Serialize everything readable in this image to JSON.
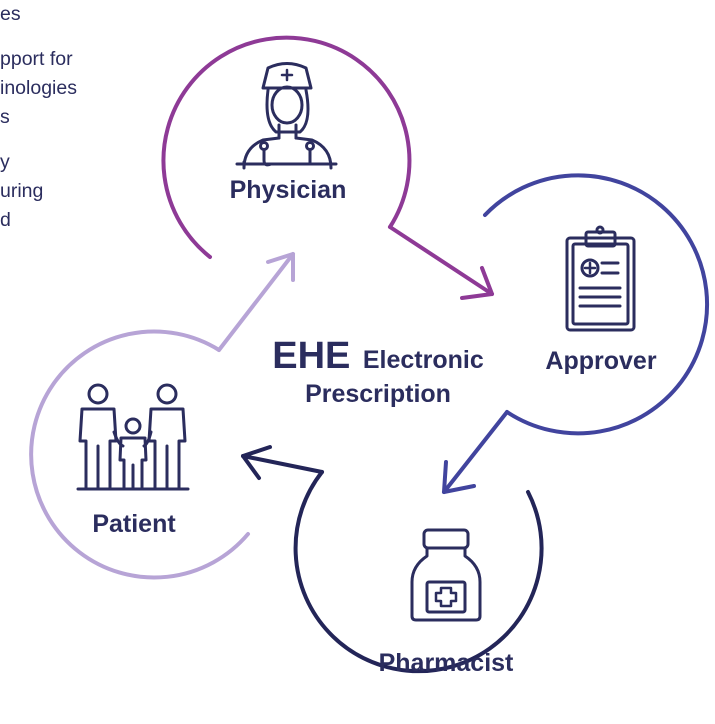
{
  "bullets": [
    {
      "lines": [
        "es"
      ]
    },
    {
      "lines": [
        "pport for",
        "inologies",
        "s"
      ]
    },
    {
      "lines": [
        "y",
        "uring",
        "d"
      ]
    }
  ],
  "center": {
    "brand": "EHE",
    "line1": "Electronic",
    "line2": "Prescription"
  },
  "roles": {
    "physician": {
      "label": "Physician",
      "icon": "nurse-icon"
    },
    "approver": {
      "label": "Approver",
      "icon": "clipboard-icon"
    },
    "pharmacist": {
      "label": "Pharmacist",
      "icon": "medicine-bottle-icon"
    },
    "patient": {
      "label": "Patient",
      "icon": "family-icon"
    }
  },
  "colors": {
    "physician": "#8e3a96",
    "approver": "#41449e",
    "pharmacist": "#232558",
    "patient": "#b7a4d6",
    "text": "#2b2d5e"
  }
}
